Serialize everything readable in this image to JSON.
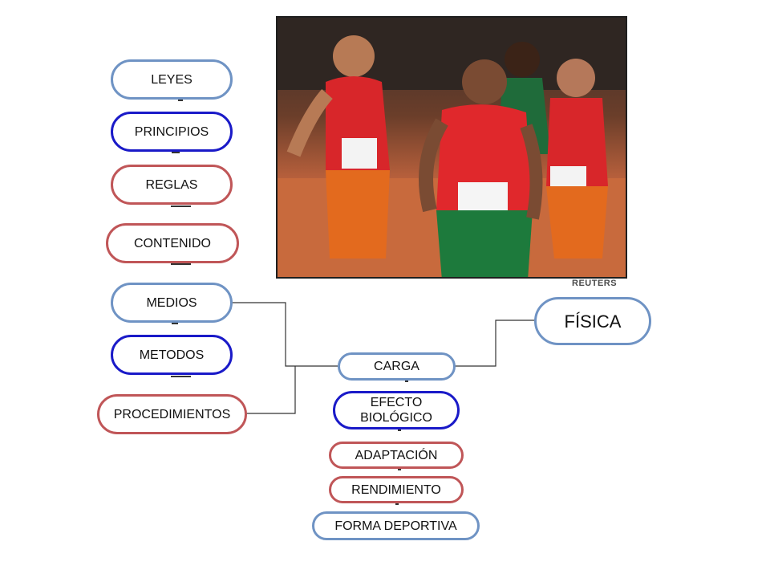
{
  "diagram": {
    "left_column": [
      {
        "id": "leyes",
        "label": "LEYES"
      },
      {
        "id": "principios",
        "label": "PRINCIPIOS"
      },
      {
        "id": "reglas",
        "label": "REGLAS"
      },
      {
        "id": "contenido",
        "label": "CONTENIDO"
      },
      {
        "id": "medios",
        "label": "MEDIOS"
      },
      {
        "id": "metodos",
        "label": "METODOS"
      },
      {
        "id": "procedimientos",
        "label": "PROCEDIMIENTOS"
      }
    ],
    "center_column": [
      {
        "id": "carga",
        "label": "CARGA"
      },
      {
        "id": "efecto",
        "label": "EFECTO BIOLÓGICO"
      },
      {
        "id": "adaptacion",
        "label": "ADAPTACIÓN"
      },
      {
        "id": "rendimiento",
        "label": "RENDIMIENTO"
      },
      {
        "id": "forma",
        "label": "FORMA DEPORTIVA"
      }
    ],
    "right": {
      "id": "fisica",
      "label": "FÍSICA"
    },
    "edges": [
      {
        "from": "medios",
        "to": "carga"
      },
      {
        "from": "procedimientos",
        "to": "carga"
      },
      {
        "from": "carga",
        "to": "fisica"
      }
    ]
  },
  "photo": {
    "description_icon": "runners-photo",
    "credit": "REUTERS"
  },
  "colors": {
    "steel": "#6f93c4",
    "blue": "#1a1ac8",
    "red": "#c05658"
  }
}
